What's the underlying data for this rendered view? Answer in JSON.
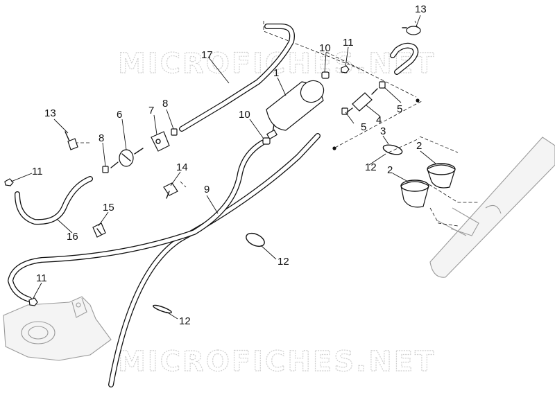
{
  "diagram": {
    "watermark_text": "MICROFICHES.NET",
    "callouts": [
      "1",
      "2",
      "2",
      "3",
      "4",
      "5",
      "5",
      "6",
      "7",
      "8",
      "8",
      "9",
      "10",
      "10",
      "11",
      "11",
      "11",
      "12",
      "12",
      "12",
      "13",
      "13",
      "14",
      "15",
      "16",
      "17"
    ]
  }
}
